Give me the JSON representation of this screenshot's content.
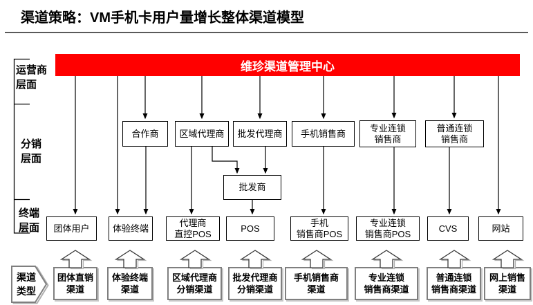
{
  "title": "渠道策略：VM手机卡用户量增长整体渠道模型",
  "banner": {
    "label": "维珍渠道管理中心",
    "bg_color": "#FF0000",
    "text_color": "#FFFFFF"
  },
  "side": {
    "operator_label": "运营商\n层面",
    "distribution_label": "分销\n层面",
    "terminal_label": "终端\n层面",
    "channel_type_label": "渠道\n类型"
  },
  "distribution": {
    "boxes": [
      {
        "label": "合作商"
      },
      {
        "label": "区域代理商"
      },
      {
        "label": "批发代理商"
      },
      {
        "label": "手机销售商"
      },
      {
        "label": "专业连锁\n销售商"
      },
      {
        "label": "普通连锁\n销售商"
      }
    ],
    "wholesaler_label": "批发商"
  },
  "terminal": {
    "boxes": [
      {
        "label": "团体用户"
      },
      {
        "label": "体验终端"
      },
      {
        "label": "代理商\n直控POS"
      },
      {
        "label": "POS"
      },
      {
        "label": "手机\n销售商POS"
      },
      {
        "label": "专业连锁\n销售商POS"
      },
      {
        "label": "CVS"
      },
      {
        "label": "网站"
      }
    ]
  },
  "channels": {
    "boxes": [
      {
        "label": "团体直销\n渠道"
      },
      {
        "label": "体验终端\n渠道"
      },
      {
        "label": "区域代理商\n分销渠道"
      },
      {
        "label": "批发代理商\n分销渠道"
      },
      {
        "label": "手机销售商\n渠道"
      },
      {
        "label": "专业连锁\n销售商渠道"
      },
      {
        "label": "普通连锁\n销售商渠道"
      },
      {
        "label": "网上销售\n渠道"
      }
    ]
  },
  "colors": {
    "banner_red": "#FF0000",
    "box_border": "#000000",
    "channel_box_border": "#7F7F7F",
    "connector": "#000000"
  }
}
